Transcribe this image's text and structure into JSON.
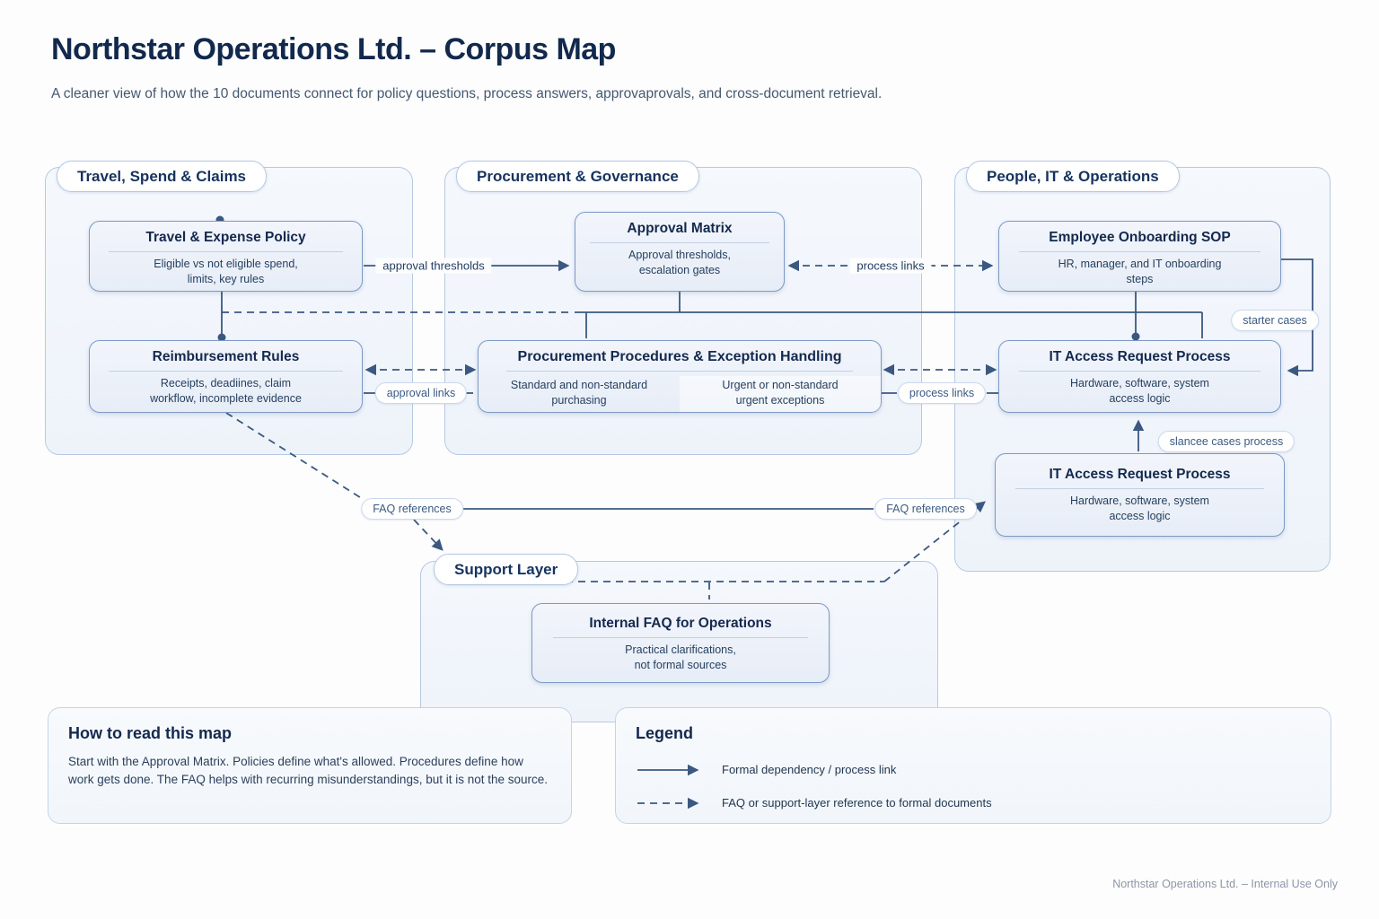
{
  "header": {
    "title": "Northstar Operations Ltd. – Corpus Map",
    "subtitle": "A cleaner view of how the 10 documents connect for policy questions, process answers, approvaprovals, and cross-document retrieval."
  },
  "groups": {
    "travel": {
      "label": "Travel, Spend & Claims"
    },
    "procurement": {
      "label": "Procurement & Governance"
    },
    "people": {
      "label": "People, IT & Operations"
    },
    "support": {
      "label": "Support Layer"
    }
  },
  "nodes": {
    "travel_expense_policy": {
      "title": "Travel & Expense Policy",
      "subtitle": "Eligible vs not eligible spend,\nlimits, key rules"
    },
    "reimbursement_rules": {
      "title": "Reimbursement Rules",
      "subtitle": "Receipts, deadiines, claim\nworkflow, incomplete evidence"
    },
    "approval_matrix": {
      "title": "Approval Matrix",
      "subtitle": "Approval thresholds,\nescalation gates"
    },
    "procurement_procedures": {
      "title": "Procurement Procedures & Exception Handling",
      "left_note": "Standard and non-standard\npurchasing",
      "right_note": "Urgent or non-standard\nurgent exceptions"
    },
    "employee_onboarding": {
      "title": "Employee Onboarding SOP",
      "subtitle": "HR, manager, and IT onboarding\nsteps"
    },
    "it_access_upper": {
      "title": "IT Access Request Process",
      "subtitle": "Hardware, software, system\naccess logic"
    },
    "it_access_lower": {
      "title": "IT Access Request Process",
      "subtitle": "Hardware, software, system\naccess logic"
    },
    "internal_faq": {
      "title": "Internal FAQ for Operations",
      "subtitle": "Practical clarifications,\nnot formal sources"
    }
  },
  "edge_labels": {
    "approval_thresholds": "approval thresholds",
    "process_links_top": "process links",
    "approval_links": "approval links",
    "process_links_mid": "process links",
    "starter_cases": "starter cases",
    "slancee_cases": "slancee cases process",
    "faq_references_left": "FAQ references",
    "faq_references_right": "FAQ references"
  },
  "how_to_read": {
    "title": "How to read this map",
    "body": "Start with the Approval Matrix. Policies define what's allowed. Procedures define how work gets done. The FAQ helps with recurring misunderstandings, but it is not the source."
  },
  "legend": {
    "title": "Legend",
    "solid_label": "Formal dependency / process link",
    "dashed_label": "FAQ or support-layer reference to formal documents"
  },
  "footer": {
    "text": "Northstar Operations Ltd. – Internal Use Only"
  },
  "colors": {
    "line": "#3b5880",
    "navy": "#14294e",
    "group_border": "#b6c9e2"
  }
}
